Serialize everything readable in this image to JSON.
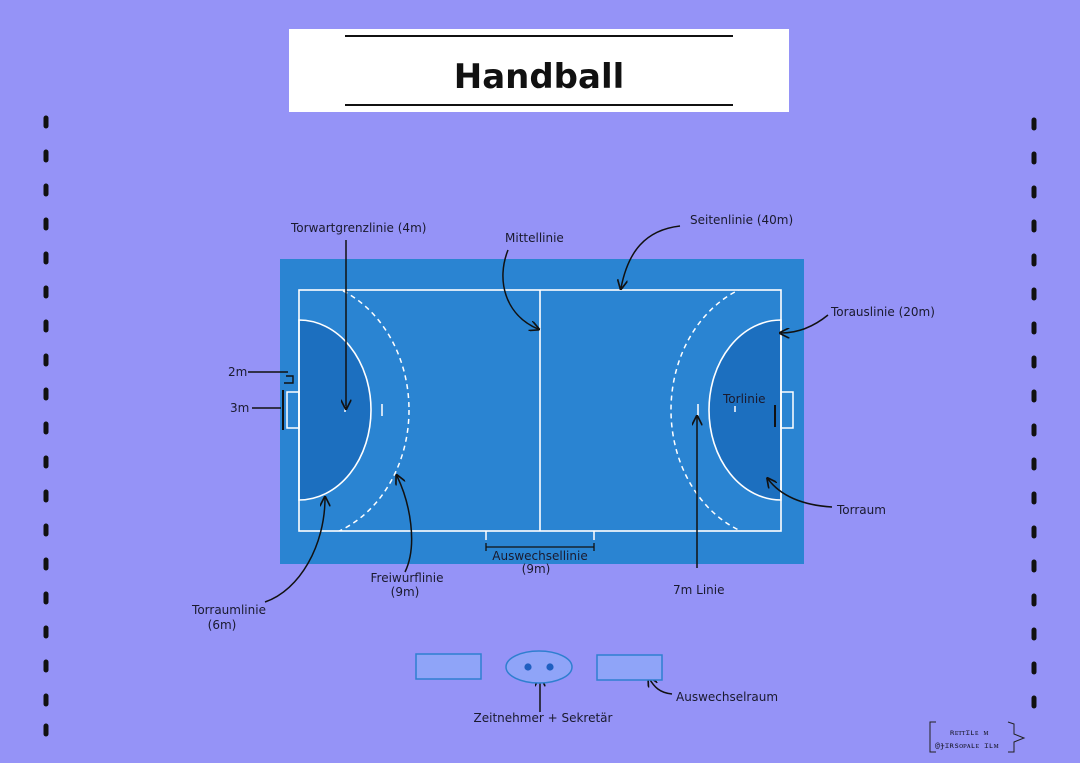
{
  "title": "Handball",
  "labels": {
    "torwartgrenzlinie": "Torwartgrenzlinie (4m)",
    "mittellinie": "Mittellinie",
    "seitenlinie": "Seitenlinie (40m)",
    "torauslinie": "Torauslinie (20m)",
    "torlinie": "Torlinie",
    "torraum": "Torraum",
    "m2": "2m",
    "m3": "3m",
    "auswechsellinie": "Auswechsellinie",
    "auswechsellinie_measure": "(9m)",
    "freiwurflinie": "Freiwurflinie",
    "freiwurflinie_measure": "(9m)",
    "sieben_m_linie": "7m Linie",
    "torraumlinie": "Torraumlinie",
    "torraumlinie_measure": "(6m)",
    "zeitnehmer": "Zeitnehmer + Sekretär",
    "auswechselraum": "Auswechselraum"
  },
  "watermark": {
    "line1": "ʀᴇᴛᴛɪʟᴇ ᴍ",
    "line2": "@ɟɪʀsᴏᴘᴀʟᴇ ɪʟᴍ"
  },
  "colors": {
    "background": "#9593f7",
    "court_outer": "#2a84d2",
    "court_area": "#1c6fbf",
    "lines": "#ffffff",
    "bench": "#8fa4f8",
    "bench_border": "#2f7fd0"
  }
}
